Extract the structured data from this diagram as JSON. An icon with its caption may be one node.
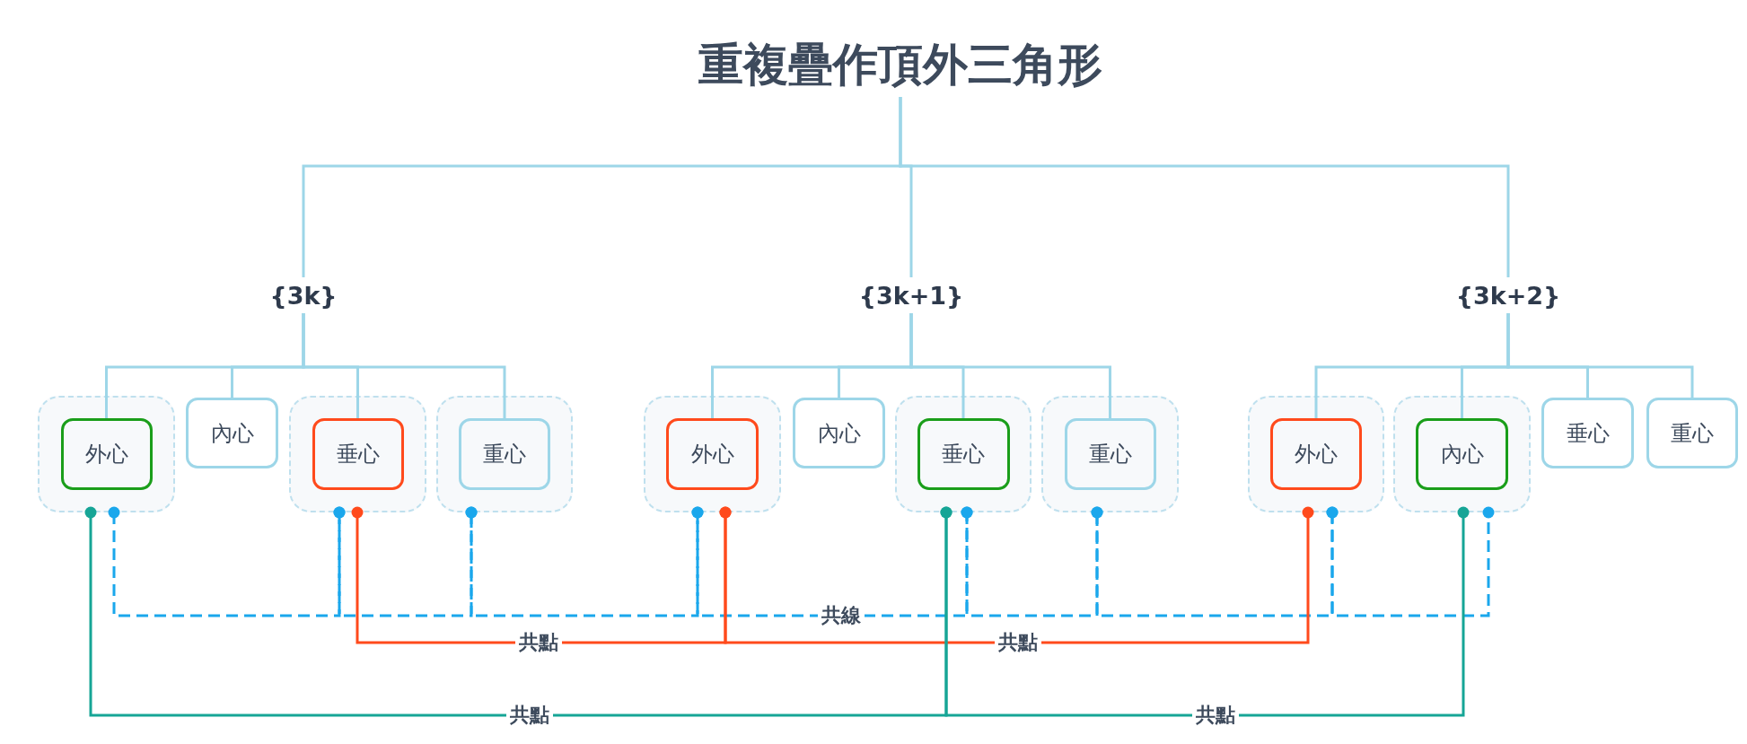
{
  "diagram": {
    "nodes": [
      {
        "text": [
          "重複疊作頂外三角形"
        ]
      },
      {
        "text": [
          "{3k}"
        ]
      },
      {
        "text": [
          "{3k+1}"
        ]
      },
      {
        "text": [
          "{3k+2}"
        ]
      },
      {
        "text": [],
        "shape": "box"
      },
      {
        "text": [
          "外心"
        ],
        "in": 4
      },
      {
        "text": [
          "內心"
        ]
      },
      {
        "text": [],
        "shape": "box"
      },
      {
        "text": [
          "垂心"
        ],
        "in": 7
      },
      {
        "text": [],
        "shape": "box"
      },
      {
        "text": [
          "重心"
        ],
        "in": 9
      },
      {
        "text": [],
        "shape": "box"
      },
      {
        "text": [
          "外心"
        ],
        "in": 11
      },
      {
        "text": [
          "內心"
        ]
      },
      {
        "text": [],
        "shape": "box"
      },
      {
        "text": [
          "垂心"
        ],
        "in": 14
      },
      {
        "text": [],
        "shape": "box"
      },
      {
        "text": [
          "重心"
        ],
        "in": 16
      },
      {
        "text": [],
        "shape": "box"
      },
      {
        "text": [
          "外心"
        ],
        "in": 18
      },
      {
        "text": [],
        "shape": "box"
      },
      {
        "text": [
          "內心"
        ],
        "in": 20
      },
      {
        "text": [
          "垂心"
        ]
      },
      {
        "text": [
          "重心"
        ]
      }
    ],
    "edges": [
      {
        "from": 0,
        "to": 1,
        "arrow": "none"
      },
      {
        "from": 0,
        "to": 2,
        "arrow": "none"
      },
      {
        "from": 0,
        "to": 3,
        "arrow": "none"
      },
      {
        "from": 1,
        "to": 5,
        "arrow": "none"
      },
      {
        "from": 1,
        "to": 6,
        "arrow": "none"
      },
      {
        "from": 1,
        "to": 8,
        "arrow": "none"
      },
      {
        "from": 1,
        "to": 10,
        "arrow": "none"
      },
      {
        "from": 2,
        "to": 12,
        "arrow": "none"
      },
      {
        "from": 2,
        "to": 13,
        "arrow": "none"
      },
      {
        "from": 2,
        "to": 15,
        "arrow": "none"
      },
      {
        "from": 2,
        "to": 17,
        "arrow": "none"
      },
      {
        "from": 3,
        "to": 19,
        "arrow": "none"
      },
      {
        "from": 3,
        "to": 21,
        "arrow": "none"
      },
      {
        "from": 3,
        "to": 22,
        "arrow": "none"
      },
      {
        "from": 3,
        "to": 23,
        "arrow": "none"
      },
      {
        "from": 4,
        "to": 7,
        "arrow": "other",
        "style": "dashed",
        "color": "#1aa7ec"
      },
      {
        "from": 7,
        "to": 9,
        "arrow": "other",
        "style": "dashed",
        "color": "#1aa7ec"
      },
      {
        "from": 9,
        "to": 11,
        "arrow": "other",
        "style": "dashed",
        "color": "#1aa7ec"
      },
      {
        "from": 11,
        "to": 14,
        "arrow": "other",
        "label": "共線",
        "style": "dashed",
        "color": "#1aa7ec"
      },
      {
        "from": 14,
        "to": 16,
        "arrow": "other",
        "style": "dashed",
        "color": "#1aa7ec"
      },
      {
        "from": 16,
        "to": 18,
        "arrow": "other",
        "style": "dashed",
        "color": "#1aa7ec"
      },
      {
        "from": 18,
        "to": 20,
        "arrow": "other",
        "style": "dashed",
        "color": "#1aa7ec"
      },
      {
        "from": 7,
        "to": 11,
        "arrow": "other",
        "label": "共點",
        "color": "#ff4a1c"
      },
      {
        "from": 11,
        "to": 18,
        "arrow": "other",
        "label": "共點",
        "color": "#ff4a1c"
      },
      {
        "from": 4,
        "to": 14,
        "arrow": "other",
        "label": "共點",
        "color": "#16a596"
      },
      {
        "from": 14,
        "to": 20,
        "arrow": "other",
        "label": "共點",
        "color": "#16a596"
      }
    ]
  }
}
